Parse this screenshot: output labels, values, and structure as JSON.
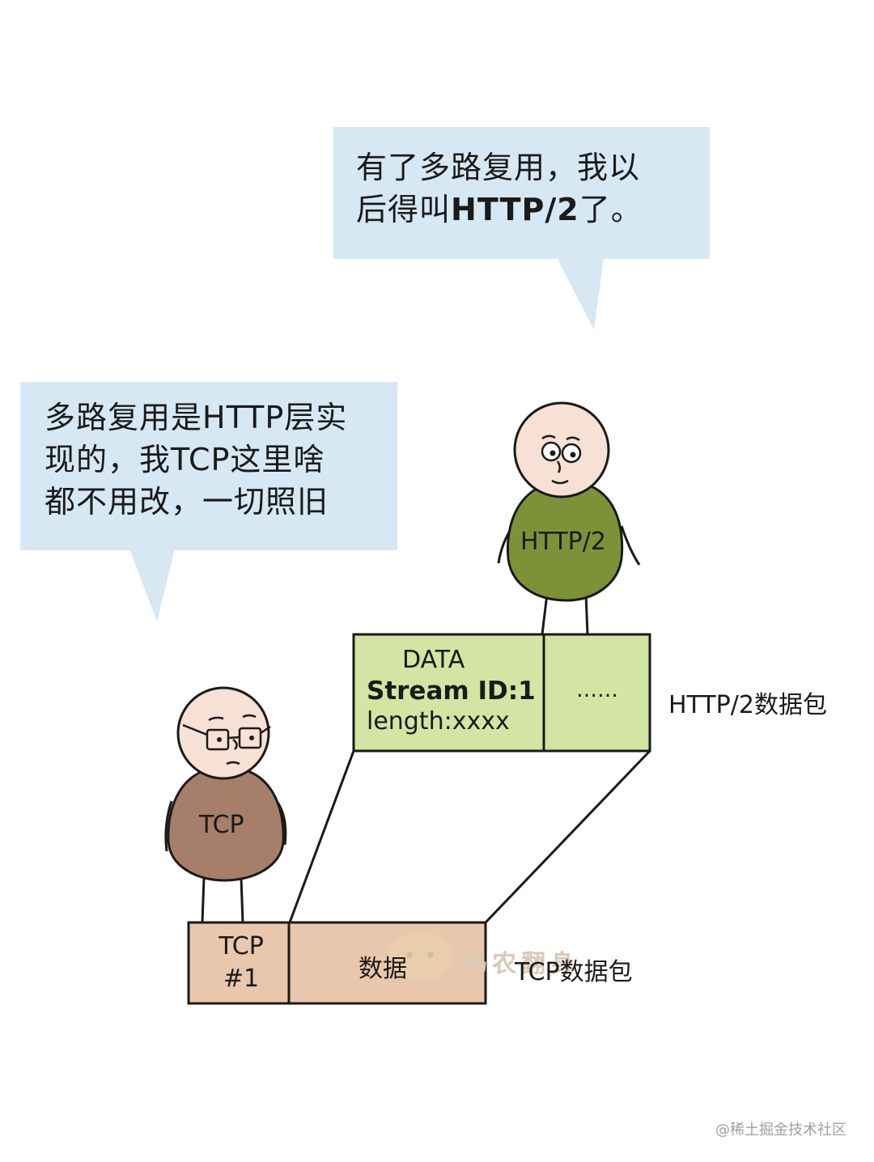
{
  "bubbles": {
    "http2_speech": {
      "line1": "有了多路复用，我以",
      "line2_prefix": "后得叫",
      "line2_bold": "HTTP/2",
      "line2_suffix": "了。"
    },
    "tcp_speech": {
      "line1": "多路复用是HTTP层实",
      "line2": "现的，我TCP这里啥",
      "line3": "都不用改，一切照旧"
    }
  },
  "http2_packet": {
    "frame_type": "DATA",
    "stream_id": "Stream ID:1",
    "length": "length:xxxx",
    "more": "……",
    "label": "HTTP/2数据包"
  },
  "tcp_packet": {
    "header_line1": "TCP",
    "header_line2": "#1",
    "payload": "数据",
    "label": "TCP数据包"
  },
  "characters": {
    "http2": {
      "label": "HTTP/2"
    },
    "tcp": {
      "label": "TCP"
    }
  },
  "watermark": {
    "text": "码农翻身"
  },
  "credit": "@稀土掘金技术社区",
  "colors": {
    "bubble": "#d5e8f3",
    "http2_body": "#7d9238",
    "tcp_body": "#a67e69",
    "head": "#f7e0d4",
    "http2_packet_fill": "#d4e4a3",
    "tcp_packet_fill": "#e8c7ac",
    "stroke": "#1a1a1a"
  }
}
